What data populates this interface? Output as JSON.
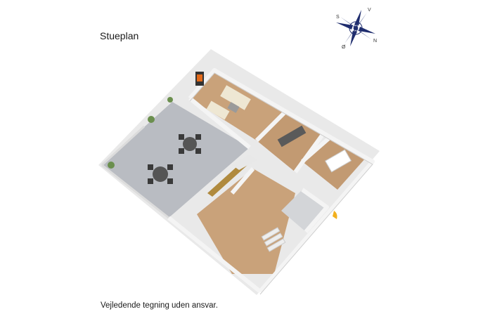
{
  "title": "Stueplan",
  "disclaimer": "Vejledende tegning uden ansvar.",
  "compass": {
    "north": "N",
    "south": "S",
    "east": "Ø",
    "west": "V",
    "color": "#1f2d6e",
    "icon": "compass-rose-icon"
  },
  "floorplan": {
    "floor_color": "#c9a27a",
    "terrace_color": "#b9bcc2",
    "wall_color": "#f2f2f2",
    "entrance_arrow_color": "#f2b01e"
  }
}
